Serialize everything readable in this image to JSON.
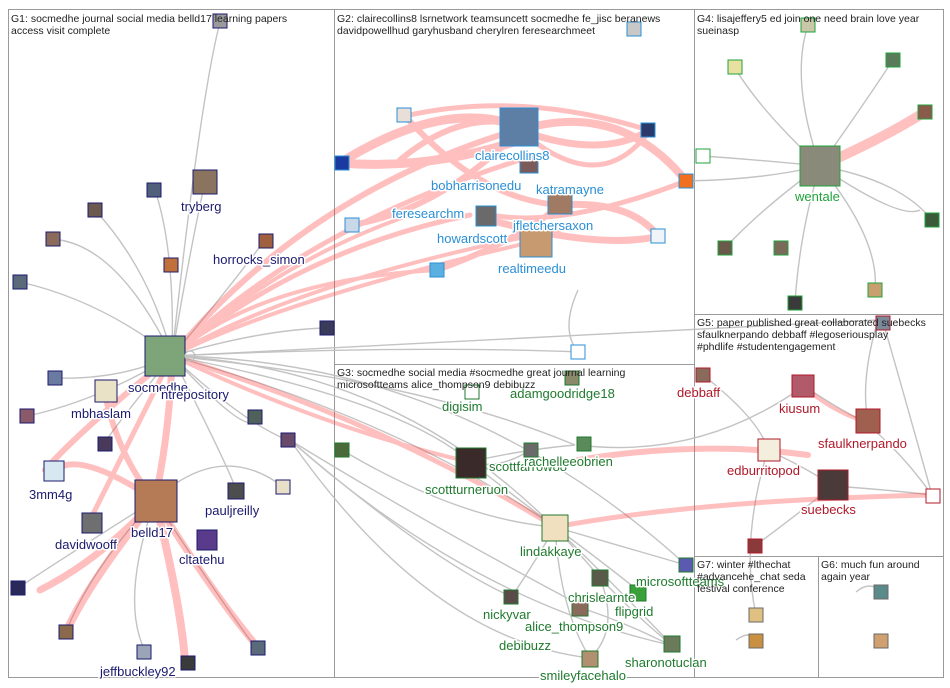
{
  "groups": [
    {
      "id": "G1",
      "title": "G1: socmedhe journal social media belld17 learning papers\naccess visit complete"
    },
    {
      "id": "G2",
      "title": "G2: clairecollins8 lsrnetwork teamsuncett socmedhe fe_jisc beranews\ndavidpowellhud garyhusband cherylren feresearchmeet"
    },
    {
      "id": "G3",
      "title": "G3: socmedhe social media #socmedhe great journal learning\nmicrosoftteams alice_thompson9 debibuzz"
    },
    {
      "id": "G4",
      "title": "G4: lisajeffery5 ed join one need brain love year\nsueinasp"
    },
    {
      "id": "G5",
      "title": "G5: paper published great collaborated suebecks\nsfaulknerpando debbaff #legoseriousplay\n#phdlife #studentengagement"
    },
    {
      "id": "G6",
      "title": "G6: much fun around\nagain year"
    },
    {
      "id": "G7",
      "title": "G7: winter #lthechat\n#advancehe_chat seda\nfestival conference"
    }
  ],
  "colors": {
    "g1": "#1a1a6e",
    "g2": "#2a8fd6",
    "g3": "#1f7a2e",
    "g4": "#1fa33a",
    "g5": "#b0182a",
    "edge_gray": "#bdbdbd",
    "edge_red": "#ff3b3b",
    "panel_border": "#9a9a9a"
  },
  "labeled_nodes": [
    {
      "id": "tryberg",
      "label": "tryberg",
      "group": "g1"
    },
    {
      "id": "horrocks_simon",
      "label": "horrocks_simon",
      "group": "g1"
    },
    {
      "id": "socmedhe",
      "label": "socmedhe",
      "group": "g1"
    },
    {
      "id": "ntrepository",
      "label": "ntrepository",
      "group": "g1"
    },
    {
      "id": "mbhaslam",
      "label": "mbhaslam",
      "group": "g1"
    },
    {
      "id": "3mm4g",
      "label": "3mm4g",
      "group": "g1"
    },
    {
      "id": "belld17",
      "label": "belld17",
      "group": "g1"
    },
    {
      "id": "davidwooff",
      "label": "davidwooff",
      "group": "g1"
    },
    {
      "id": "pauljreilly",
      "label": "pauljreilly",
      "group": "g1"
    },
    {
      "id": "cltatehu",
      "label": "cltatehu",
      "group": "g1"
    },
    {
      "id": "jeffbuckley92",
      "label": "jeffbuckley92",
      "group": "g1"
    },
    {
      "id": "clairecollins8",
      "label": "clairecollins8",
      "group": "g2"
    },
    {
      "id": "bobharrisonedu",
      "label": "bobharrisonedu",
      "group": "g2"
    },
    {
      "id": "katramayne",
      "label": "katramayne",
      "group": "g2"
    },
    {
      "id": "feresearchm",
      "label": "feresearchm",
      "group": "g2"
    },
    {
      "id": "jfletchersaxon",
      "label": "jfletchersaxon",
      "group": "g2"
    },
    {
      "id": "howardscott",
      "label": "howardscott",
      "group": "g2"
    },
    {
      "id": "realtimeedu",
      "label": "realtimeedu",
      "group": "g2"
    },
    {
      "id": "wentale",
      "label": "wentale",
      "group": "g4"
    },
    {
      "id": "digisim",
      "label": "digisim",
      "group": "g3"
    },
    {
      "id": "adamgoodridge18",
      "label": "adamgoodridge18",
      "group": "g3"
    },
    {
      "id": "scottfarrow88",
      "label": "scottfarrow88",
      "group": "g3"
    },
    {
      "id": "rachelleeobrien",
      "label": "rachelleeobrien",
      "group": "g3"
    },
    {
      "id": "scottturneruon",
      "label": "scottturneruon",
      "group": "g3"
    },
    {
      "id": "lindakkaye",
      "label": "lindakkaye",
      "group": "g3"
    },
    {
      "id": "chrislearnte",
      "label": "chrislearnte",
      "group": "g3"
    },
    {
      "id": "microsoftteams",
      "label": "microsoftteams",
      "group": "g3"
    },
    {
      "id": "nickyvar",
      "label": "nickyvar",
      "group": "g3"
    },
    {
      "id": "flipgrid",
      "label": "flipgrid",
      "group": "g3"
    },
    {
      "id": "alice_thompson9",
      "label": "alice_thompson9",
      "group": "g3"
    },
    {
      "id": "debibuzz",
      "label": "debibuzz",
      "group": "g3"
    },
    {
      "id": "sharonotuclan",
      "label": "sharonotuclan",
      "group": "g3"
    },
    {
      "id": "smileyfacehalo",
      "label": "smileyfacehalo",
      "group": "g3"
    },
    {
      "id": "debbaff",
      "label": "debbaff",
      "group": "g5"
    },
    {
      "id": "kiusum",
      "label": "kiusum",
      "group": "g5"
    },
    {
      "id": "sfaulknerpando",
      "label": "sfaulknerpando",
      "group": "g5"
    },
    {
      "id": "edburritopod",
      "label": "edburritopod",
      "group": "g5"
    },
    {
      "id": "suebecks",
      "label": "suebecks",
      "group": "g5"
    }
  ]
}
